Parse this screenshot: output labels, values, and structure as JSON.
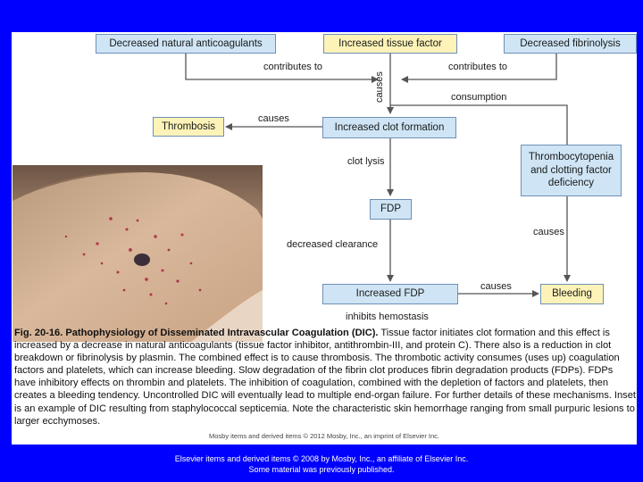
{
  "boxes": {
    "decreased_anticoagulants": "Decreased natural anticoagulants",
    "increased_tissue_factor": "Increased tissue factor",
    "decreased_fibrinolysis": "Decreased fibrinolysis",
    "thrombosis": "Thrombosis",
    "increased_clot_formation": "Increased clot formation",
    "thrombocytopenia_line1": "Thrombocytopenia",
    "thrombocytopenia_line2": "and clotting factor",
    "thrombocytopenia_line3": "deficiency",
    "fdp": "FDP",
    "increased_fdp": "Increased FDP",
    "bleeding": "Bleeding"
  },
  "labels": {
    "contributes_to_left": "contributes to",
    "causes_vertical": "causes",
    "contributes_to_right": "contributes to",
    "consumption": "consumption",
    "causes_thrombosis": "causes",
    "clot_lysis": "clot lysis",
    "causes_bleeding_vertical": "causes",
    "decreased_clearance": "decreased clearance",
    "causes_bleeding": "causes",
    "inhibits_hemostasis": "inhibits hemostasis"
  },
  "caption": {
    "figure_number": "Fig. 20-16.",
    "figure_title": "Pathophysiology of Disseminated Intravascular Coagulation (DIC).",
    "body": "Tissue factor initiates clot formation and this effect is increased by a decrease in natural anticoagulants (tissue factor inhibitor, antithrombin-III, and protein C). There also is a reduction in clot breakdown or fibrinolysis by plasmin. The combined effect is to cause thrombosis. The thrombotic activity consumes (uses up) coagulation factors and platelets, which can increase bleeding. Slow degradation of the fibrin clot produces fibrin degradation products (FDPs). FDPs have inhibitory effects on thrombin and platelets. The inhibition of coagulation, combined with the depletion of factors and platelets, then creates a bleeding tendency. Uncontrolled DIC will eventually lead to multiple end-organ failure. For further details of these mechanisms. Inset is an example of DIC resulting from staphylococcal septicemia. Note the characteristic skin hemorrhage ranging from small purpuric lesions to larger ecchymoses."
  },
  "credit": "Mosby items and derived items © 2012 Mosby, Inc., an imprint of Elsevier Inc.",
  "footer": {
    "line1": "Elsevier items and derived items © 2008 by Mosby, Inc., an affiliate of Elsevier Inc.",
    "line2": "Some material was previously published."
  },
  "colors": {
    "background": "#0000ff",
    "blue_box": "#cfe5f5",
    "yellow_box": "#fdf3b8",
    "arrow": "#555555"
  }
}
